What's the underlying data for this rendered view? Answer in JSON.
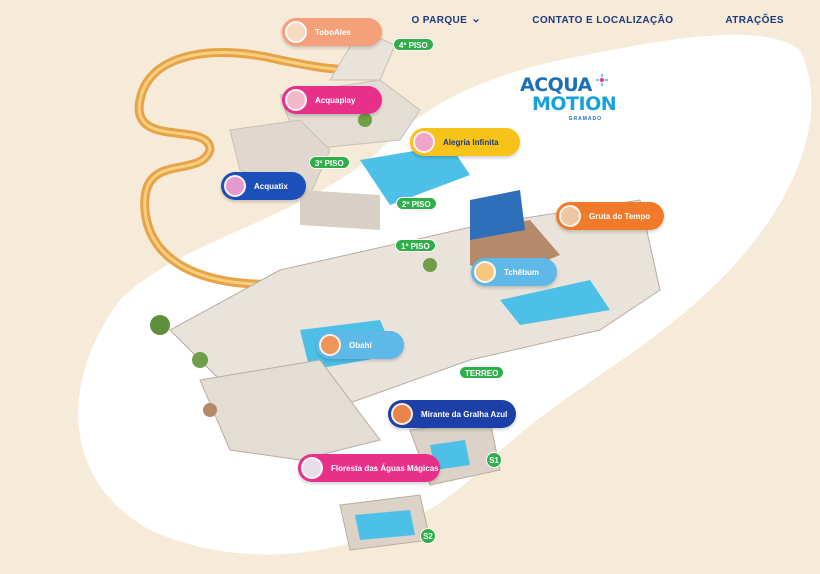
{
  "nav": {
    "items": [
      {
        "label": "O PARQUE",
        "has_dropdown": true
      },
      {
        "label": "CONTATO E LOCALIZAÇÃO"
      },
      {
        "label": "ATRAÇÕES"
      }
    ]
  },
  "logo": {
    "line1": "ACQUA",
    "line2": "MOTION",
    "line3": "GRAMADO"
  },
  "attractions": [
    {
      "label": "ToboAles",
      "color": "#f4a07a"
    },
    {
      "label": "Acquaplay",
      "color": "#e8308a"
    },
    {
      "label": "Alegria Infinita",
      "color": "#f7c21a"
    },
    {
      "label": "Acquatix",
      "color": "#1d4fb8"
    },
    {
      "label": "Gruta do Tempo",
      "color": "#f07a2a"
    },
    {
      "label": "Tchêbum",
      "color": "#5fb9e8"
    },
    {
      "label": "Obahí",
      "color": "#5fb9e8"
    },
    {
      "label": "Mirante da Gralha Azul",
      "color": "#1d3fa8"
    },
    {
      "label": "Floresta das Águas Mágicas",
      "color": "#e8308a"
    }
  ],
  "floors": {
    "piso4": "4º PISO",
    "piso3": "3º PISO",
    "piso2": "2º PISO",
    "piso1": "1º PISO",
    "terreo": "TERREO",
    "s1": "S1",
    "s2": "S2"
  },
  "colors": {
    "floor_tag": "#2fae4a",
    "nav_text": "#1c3a7a",
    "background": "#f6ead9"
  }
}
